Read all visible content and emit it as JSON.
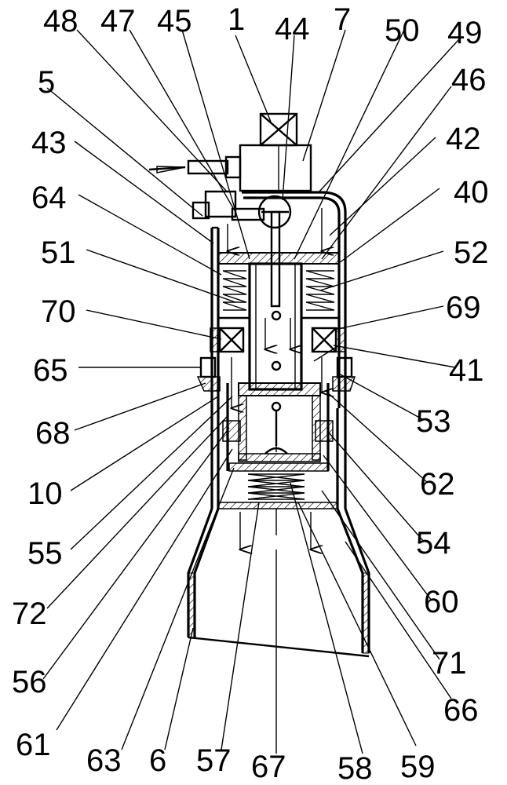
{
  "labels": {
    "l1": "1",
    "l5": "5",
    "l6": "6",
    "l7": "7",
    "l10": "10",
    "l40": "40",
    "l41": "41",
    "l42": "42",
    "l43": "43",
    "l44": "44",
    "l45": "45",
    "l46": "46",
    "l47": "47",
    "l48": "48",
    "l49": "49",
    "l50": "50",
    "l51": "51",
    "l52": "52",
    "l53": "53",
    "l54": "54",
    "l55": "55",
    "l56": "56",
    "l57": "57",
    "l58": "58",
    "l59": "59",
    "l60": "60",
    "l61": "61",
    "l62": "62",
    "l63": "63",
    "l64": "64",
    "l65": "65",
    "l66": "66",
    "l67": "67",
    "l68": "68",
    "l69": "69",
    "l70": "70",
    "l71": "71",
    "l72": "72"
  }
}
